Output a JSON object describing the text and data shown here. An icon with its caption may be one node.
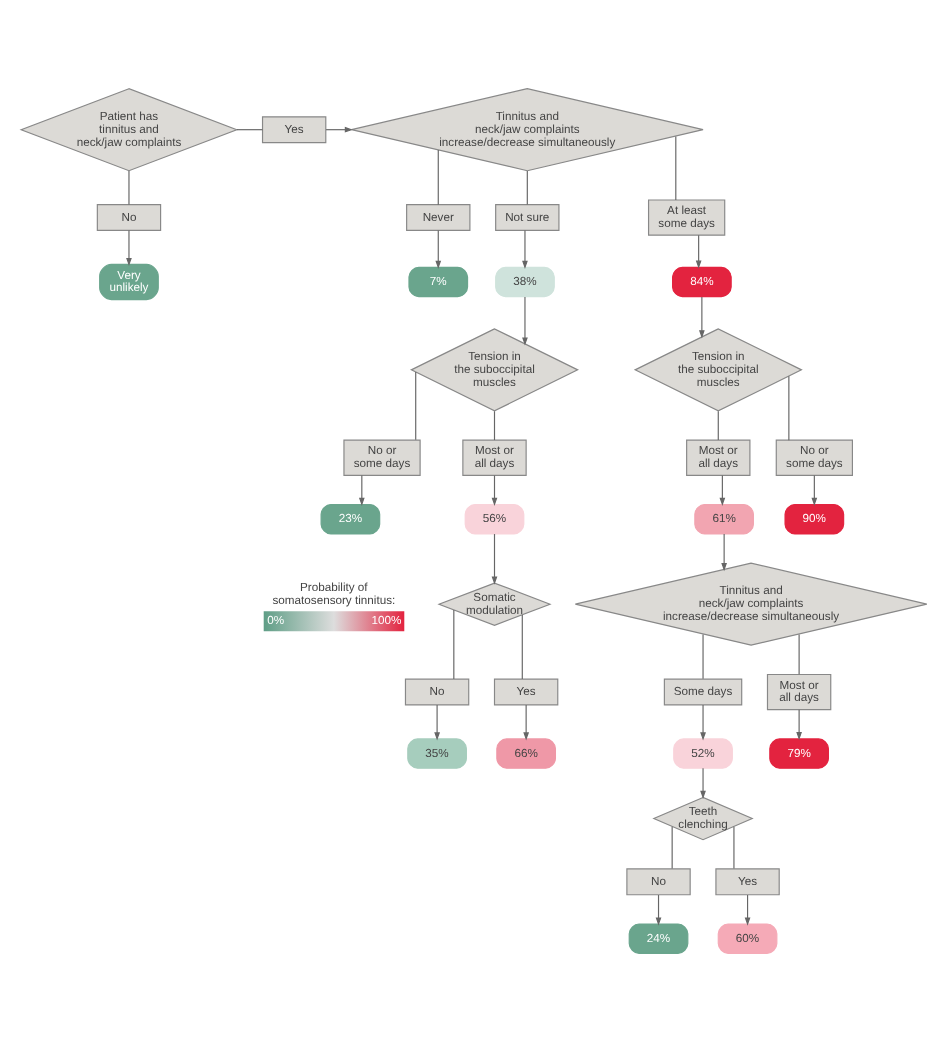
{
  "diagram": {
    "nodes": [
      {
        "text": [
          "Patient has tinnitus and neck/jaw complaints"
        ]
      },
      {
        "text": [
          "Yes"
        ]
      },
      {
        "text": [
          "Tinnitus and neck/jaw complaints increase/decrease simultaneously"
        ]
      },
      {
        "text": [
          "No"
        ]
      },
      {
        "text": [
          "Very unlikely"
        ]
      },
      {
        "text": [
          "Never"
        ]
      },
      {
        "text": [
          "Not sure"
        ]
      },
      {
        "text": [
          "At least some days"
        ]
      },
      {
        "text": [
          "7%"
        ]
      },
      {
        "text": [
          "38%"
        ]
      },
      {
        "text": [
          "84%"
        ]
      },
      {
        "text": [
          "Tension in the suboccipital muscles"
        ]
      },
      {
        "text": [
          "Tension in the suboccipital muscles"
        ]
      },
      {
        "text": [
          "No or some days"
        ]
      },
      {
        "text": [
          "Most or all days"
        ]
      },
      {
        "text": [
          "Most or all days"
        ]
      },
      {
        "text": [
          "No or some days"
        ]
      },
      {
        "text": [
          "23%"
        ]
      },
      {
        "text": [
          "56%"
        ]
      },
      {
        "text": [
          "61%"
        ]
      },
      {
        "text": [
          "90%"
        ]
      },
      {
        "text": [
          "Somatic modulation"
        ]
      },
      {
        "text": [
          "Tinnitus and neck/jaw complaints increase/decrease simultaneously"
        ]
      },
      {
        "text": [
          "No"
        ]
      },
      {
        "text": [
          "Yes"
        ]
      },
      {
        "text": [
          "Some days"
        ]
      },
      {
        "text": [
          "Most or all days"
        ]
      },
      {
        "text": [
          "35%"
        ]
      },
      {
        "text": [
          "66%"
        ]
      },
      {
        "text": [
          "52%"
        ]
      },
      {
        "text": [
          "79%"
        ]
      },
      {
        "text": [
          "Teeth clenching"
        ]
      },
      {
        "text": [
          "No"
        ]
      },
      {
        "text": [
          "Yes"
        ]
      },
      {
        "text": [
          "24%"
        ]
      },
      {
        "text": [
          "60%"
        ]
      }
    ],
    "edges": [
      {
        "from": 0,
        "to": 1,
        "arrow": "none"
      },
      {
        "from": 1,
        "to": 2,
        "arrow": "to"
      },
      {
        "from": 0,
        "to": 3,
        "arrow": "none"
      },
      {
        "from": 3,
        "to": 4,
        "arrow": "to"
      },
      {
        "from": 2,
        "to": 5,
        "arrow": "none"
      },
      {
        "from": 2,
        "to": 6,
        "arrow": "none"
      },
      {
        "from": 2,
        "to": 7,
        "arrow": "none"
      },
      {
        "from": 5,
        "to": 8,
        "arrow": "to"
      },
      {
        "from": 6,
        "to": 9,
        "arrow": "to"
      },
      {
        "from": 7,
        "to": 10,
        "arrow": "to"
      },
      {
        "from": 9,
        "to": 11,
        "arrow": "to"
      },
      {
        "from": 10,
        "to": 12,
        "arrow": "to"
      },
      {
        "from": 11,
        "to": 13,
        "arrow": "none"
      },
      {
        "from": 11,
        "to": 14,
        "arrow": "none"
      },
      {
        "from": 12,
        "to": 15,
        "arrow": "none"
      },
      {
        "from": 12,
        "to": 16,
        "arrow": "none"
      },
      {
        "from": 13,
        "to": 17,
        "arrow": "to"
      },
      {
        "from": 14,
        "to": 18,
        "arrow": "to"
      },
      {
        "from": 15,
        "to": 19,
        "arrow": "to"
      },
      {
        "from": 16,
        "to": 20,
        "arrow": "to"
      },
      {
        "from": 18,
        "to": 21,
        "arrow": "to"
      },
      {
        "from": 19,
        "to": 22,
        "arrow": "to"
      },
      {
        "from": 21,
        "to": 23,
        "arrow": "none"
      },
      {
        "from": 21,
        "to": 24,
        "arrow": "none"
      },
      {
        "from": 22,
        "to": 25,
        "arrow": "none"
      },
      {
        "from": 22,
        "to": 26,
        "arrow": "none"
      },
      {
        "from": 23,
        "to": 27,
        "arrow": "to"
      },
      {
        "from": 24,
        "to": 28,
        "arrow": "to"
      },
      {
        "from": 25,
        "to": 29,
        "arrow": "to"
      },
      {
        "from": 26,
        "to": 30,
        "arrow": "to"
      },
      {
        "from": 29,
        "to": 31,
        "arrow": "to"
      },
      {
        "from": 31,
        "to": 32,
        "arrow": "none"
      },
      {
        "from": 31,
        "to": 33,
        "arrow": "none"
      },
      {
        "from": 32,
        "to": 34,
        "arrow": "to"
      },
      {
        "from": 33,
        "to": 35,
        "arrow": "to"
      }
    ],
    "labels": [
      "Probability of somatosensory tinnitus:"
    ],
    "legend": [
      {
        "text": "0%",
        "color": "#5f9e86"
      },
      {
        "text": "100%",
        "color": "#e3233f"
      }
    ]
  }
}
